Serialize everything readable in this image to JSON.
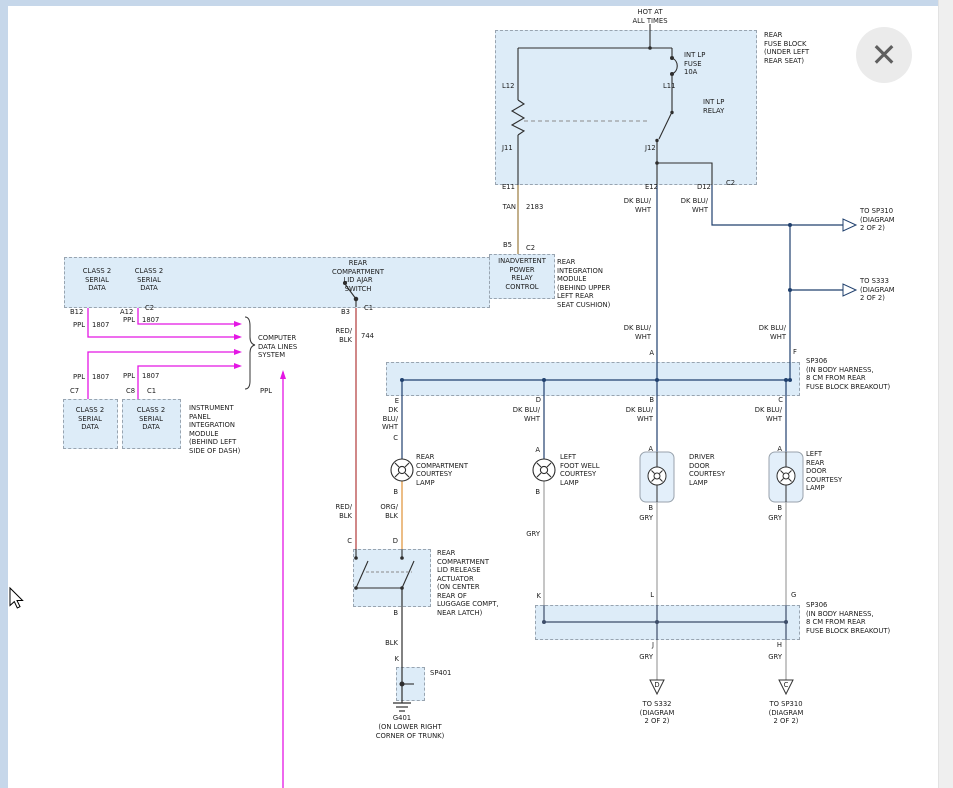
{
  "icons": {
    "close": "✕"
  },
  "colors": {
    "wire_dk_blu_wht": "#20406e",
    "wire_tan": "#9b7b3d",
    "wire_ppl": "#e416e4",
    "wire_red_blk": "#b23a3a",
    "wire_org_blk": "#de9136",
    "wire_gry": "#a0a0a0",
    "wire_blk": "#2e2e2e",
    "box_fill": "#d6e8f7",
    "box_border": "#98a4b0",
    "page_edge": "#c6d7ea"
  },
  "labels": {
    "hot": "HOT AT\nALL TIMES",
    "fuse_block": "REAR\nFUSE BLOCK\n(UNDER LEFT\nREAR SEAT)",
    "int_lp_fuse": "INT LP\nFUSE\n10A",
    "int_lp_relay": "INT LP\nRELAY",
    "pin_l12": "L12",
    "pin_l11": "L11",
    "pin_j11": "J11",
    "pin_j12": "J12",
    "pin_e11": "E11",
    "pin_e12": "E12",
    "pin_d12": "D12",
    "conn_c2_fuse": "C2",
    "tan": "TAN",
    "c2183": "2183",
    "dkblu_1": "DK BLU/\nWHT",
    "dkblu_2": "DK BLU/\nWHT",
    "to_sp310_top": "TO SP310\n(DIAGRAM\n2 OF 2)",
    "pin_b5": "B5",
    "conn_c2_rim": "C2",
    "inadvertent": "INADVERTENT\nPOWER\nRELAY\nCONTROL",
    "rim": "REAR\nINTEGRATION\nMODULE\n(BEHIND UPPER\nLEFT REAR\nSEAT CUSHION)",
    "class2_1": "CLASS 2\nSERIAL\nDATA",
    "class2_2": "CLASS 2\nSERIAL\nDATA",
    "lid_ajar": "REAR\nCOMPARTMENT\nLID AJAR\nSWITCH",
    "pin_b12": "B12",
    "pin_a12": "A12",
    "conn_c2_left": "C2",
    "pin_b3": "B3",
    "conn_c1_switch": "C1",
    "ppl_1": "PPL",
    "c1807_1": "1807",
    "ppl_2": "PPL",
    "c1807_2": "1807",
    "computer": "COMPUTER\nDATA LINES\nSYSTEM",
    "redblk_1": "RED/\nBLK",
    "c744": "744",
    "ppl_3": "PPL",
    "c1807_3": "1807",
    "ppl_4": "PPL",
    "c1807_4": "1807",
    "pin_c7": "C7",
    "pin_c8": "C8",
    "conn_c1_ip": "C1",
    "class2_3": "CLASS 2\nSERIAL\nDATA",
    "class2_4": "CLASS 2\nSERIAL\nDATA",
    "ipim": "INSTRUMENT\nPANEL\nINTEGRATION\nMODULE\n(BEHIND LEFT\nSIDE OF DASH)",
    "ppl_5": "PPL",
    "dkblu_3": "DK BLU/\nWHT",
    "dkblu_4": "DK BLU/\nWHT",
    "pin_a_sp306": "A",
    "pin_f_sp306": "F",
    "sp306_1": "SP306\n(IN BODY HARNESS,\n8 CM FROM REAR\nFUSE BLOCK BREAKOUT)",
    "pin_e_sp306": "E",
    "pin_d_sp306": "D",
    "pin_b_sp306": "B",
    "pin_c_sp306": "C",
    "dkblu_5": "DK\nBLU/\nWHT",
    "dkblu_6": "DK BLU/\nWHT",
    "dkblu_7": "DK BLU/\nWHT",
    "dkblu_8": "DK BLU/\nWHT",
    "pin_c_lamp1": "C",
    "pin_b_lamp1": "B",
    "lamp1": "REAR\nCOMPARTMENT\nCOURTESY\nLAMP",
    "pin_a_lamp2": "A",
    "pin_b_lamp2": "B",
    "lamp2": "LEFT\nFOOT WELL\nCOURTESY\nLAMP",
    "pin_a_lamp3": "A",
    "pin_b_lamp3": "B",
    "lamp3": "DRIVER\nDOOR\nCOURTESY\nLAMP",
    "pin_a_lamp4": "A",
    "pin_b_lamp4": "B",
    "lamp4": "LEFT\nREAR\nDOOR\nCOURTESY\nLAMP",
    "redblk_2": "RED/\nBLK",
    "orgblk": "ORG/\nBLK",
    "gry_1": "GRY",
    "gry_2": "GRY",
    "gry_3": "GRY",
    "gry_4": "GRY",
    "gry_5": "GRY",
    "pin_c_act": "C",
    "pin_d_act": "D",
    "actuator": "REAR\nCOMPARTMENT\nLID RELEASE\nACTUATOR\n(ON CENTER\nREAR OF\nLUGGAGE COMPT,\nNEAR LATCH)",
    "pin_b_act": "B",
    "blk": "BLK",
    "pin_k_sp401": "K",
    "sp401": "SP401",
    "g401": "G401",
    "g401_loc": "(ON LOWER RIGHT\nCORNER OF TRUNK)",
    "pin_k_sp306b": "K",
    "pin_l_sp306b": "L",
    "pin_g_sp306b": "G",
    "sp306_2": "SP306\n(IN BODY HARNESS,\n8 CM FROM REAR\nFUSE BLOCK BREAKOUT)",
    "pin_j_sp306b": "J",
    "pin_h_sp306b": "H",
    "tri_d": "D",
    "tri_c": "C",
    "to_s332": "TO S332\n(DIAGRAM\n2 OF 2)",
    "to_sp310_bottom": "TO SP310\n(DIAGRAM\n2 OF 2)",
    "to_s333": "TO S333\n(DIAGRAM\n2 OF 2)"
  }
}
